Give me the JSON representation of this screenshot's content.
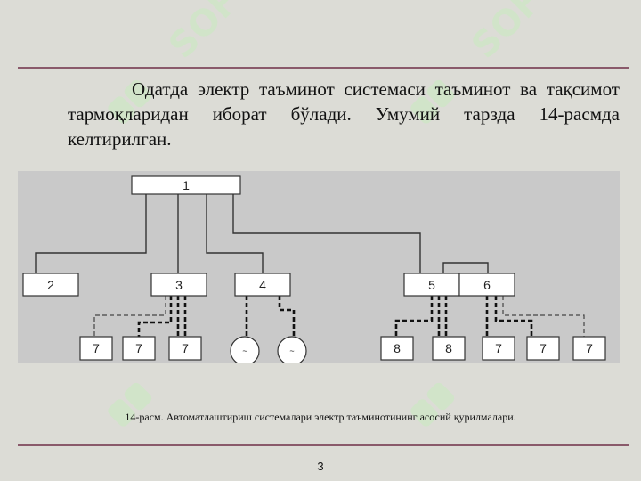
{
  "paragraph": "Одатда электр таъминот системаси таъминот ва тақсимот тармоқларидан иборат бўлади. Умумий тарзда 14-расмда келтирилган.",
  "figure": {
    "nodes": {
      "n1": "1",
      "n2": "2",
      "n3": "3",
      "n4": "4",
      "n5": "5",
      "n6": "6",
      "l1": "7",
      "l2": "7",
      "l3": "7",
      "m1": "~",
      "m2": "~",
      "l4": "8",
      "l5": "8",
      "l6": "7",
      "l7": "7",
      "l8": "7"
    }
  },
  "caption": "14-расм. Автоматлаштириш системалари электр таъминотининг асосий қурилмалари.",
  "page_number": "3",
  "watermark": {
    "icon": "soft-logo-watermark",
    "color": "#c8ecc0"
  }
}
